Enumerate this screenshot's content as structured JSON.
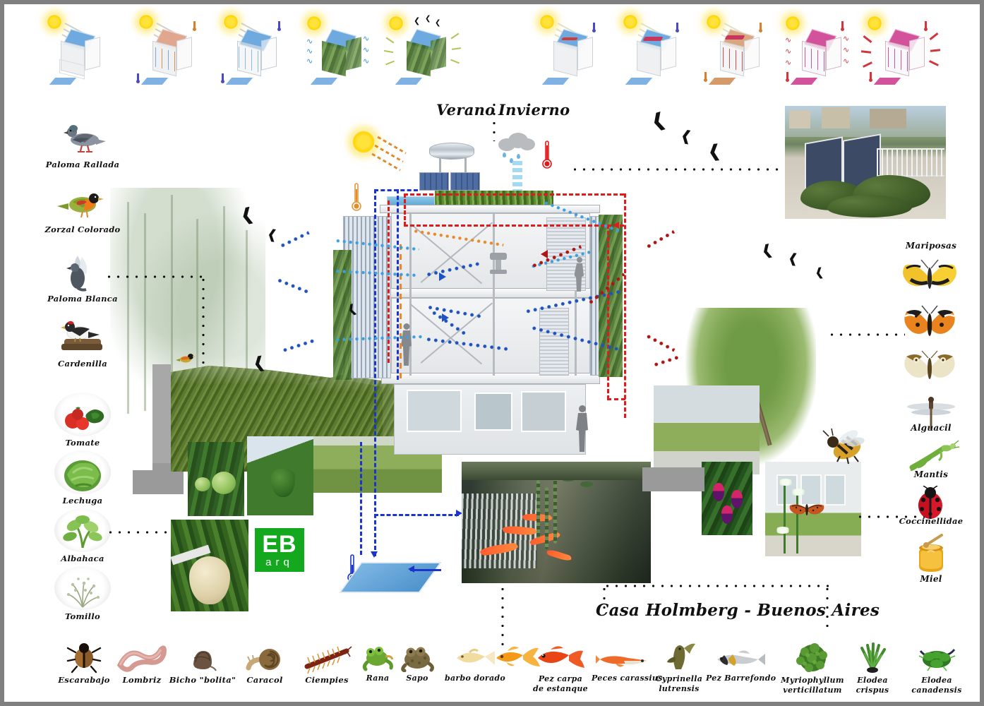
{
  "board": {
    "title_main": "Casa Holmberg  -  Buenos Aires",
    "season_summer": "Verano",
    "season_winter": "Invierno",
    "logo": {
      "line1": "EB",
      "line2": "arq",
      "color": "#14a81e"
    }
  },
  "colors": {
    "frame": "#808080",
    "background": "#ffffff",
    "summer_flow": "#1a35c8",
    "winter_flow": "#e01b1b",
    "cool_air": "#3aa0e0",
    "warm_air": "#e8892a",
    "logo_green": "#14a81e",
    "sun_yellow": "#ffd400",
    "water_blue": "#5fa8d4"
  },
  "left_column": {
    "birds": [
      {
        "name": "Paloma Rallada",
        "icon": "pigeon-icon"
      },
      {
        "name": "Zorzal Colorado",
        "icon": "thrush-icon"
      },
      {
        "name": "Paloma Blanca",
        "icon": "white-dove-icon"
      },
      {
        "name": "Cardenilla",
        "icon": "cardinal-icon"
      }
    ],
    "edibles": [
      {
        "name": "Tomate",
        "icon": "tomato-icon"
      },
      {
        "name": "Lechuga",
        "icon": "lettuce-icon"
      },
      {
        "name": "Albahaca",
        "icon": "basil-icon"
      },
      {
        "name": "Tomillo",
        "icon": "thyme-icon"
      }
    ]
  },
  "right_column": {
    "heading": "Mariposas",
    "items": [
      {
        "name": "",
        "icon": "yellow-butterfly-icon"
      },
      {
        "name": "",
        "icon": "orange-butterfly-icon"
      },
      {
        "name": "",
        "icon": "cream-butterfly-icon"
      },
      {
        "name": "Alguacil",
        "icon": "dragonfly-icon"
      },
      {
        "name": "Mantis",
        "icon": "praying-mantis-icon"
      },
      {
        "name": "Coccinellidae",
        "icon": "ladybug-icon"
      },
      {
        "name": "Miel",
        "icon": "honey-jar-icon"
      }
    ]
  },
  "bottom_row": {
    "soil_fauna": [
      {
        "name": "Escarabajo",
        "icon": "beetle-icon"
      },
      {
        "name": "Lombriz",
        "icon": "earthworm-icon"
      },
      {
        "name": "Bicho \"bolita\"",
        "icon": "pillbug-icon"
      },
      {
        "name": "Caracol",
        "icon": "snail-icon"
      },
      {
        "name": "Ciempies",
        "icon": "centipede-icon"
      }
    ],
    "aquatic_fauna": [
      {
        "name": "Rana",
        "icon": "frog-icon"
      },
      {
        "name": "Sapo",
        "icon": "toad-icon"
      },
      {
        "name": "barbo dorado",
        "icon": "golden-barb-icon"
      },
      {
        "name": "",
        "icon": "goldfish-icon"
      },
      {
        "name": "Pez carpa\nde estanque",
        "icon": "pond-carp-icon"
      },
      {
        "name": "Peces carassius",
        "icon": "carassius-icon"
      },
      {
        "name": "Cyprinella\nlutrensis",
        "icon": "cyprinella-icon"
      },
      {
        "name": "Pez Barrefondo",
        "icon": "bottom-feeder-fish-icon"
      }
    ],
    "aquatic_plants": [
      {
        "name": "Myriophyllum\nverticillatum",
        "icon": "myriophyllum-icon"
      },
      {
        "name": "Elodea\ncrispus",
        "icon": "elodea-crispus-icon"
      },
      {
        "name": "Elodea\ncanadensis",
        "icon": "elodea-canadensis-icon"
      }
    ]
  },
  "top_diagrams": {
    "summer_group_label": "Verano",
    "winter_group_label": "Invierno",
    "cubes": [
      {
        "id": "s1",
        "roof": "blue",
        "mode": "summer",
        "note": "sun-on-bare-volume"
      },
      {
        "id": "s2",
        "roof": "warm",
        "mode": "summer",
        "note": "heat-gain-downflow"
      },
      {
        "id": "s3",
        "roof": "blue",
        "mode": "summer",
        "note": "ventilated-skin"
      },
      {
        "id": "s4",
        "roof": "blue",
        "mode": "summer",
        "note": "green-skin-cooling"
      },
      {
        "id": "s5",
        "roof": "blue",
        "mode": "summer",
        "note": "green-skin-biodiversity"
      },
      {
        "id": "w1",
        "roof": "blue",
        "mode": "winter",
        "note": "solar-collector"
      },
      {
        "id": "w2",
        "roof": "blue",
        "mode": "winter",
        "note": "thermal-storage"
      },
      {
        "id": "w3",
        "roof": "blue-warm",
        "mode": "winter",
        "note": "heat-distribution"
      },
      {
        "id": "w4",
        "roof": "magenta",
        "mode": "winter",
        "note": "radiant-floor"
      },
      {
        "id": "w5",
        "roof": "magenta",
        "mode": "winter",
        "note": "full-heating"
      }
    ]
  },
  "photos": [
    {
      "id": "solar-collectors-roof",
      "caption": ""
    },
    {
      "id": "ivy-hedge-wall",
      "caption": ""
    },
    {
      "id": "lawn-garden",
      "caption": ""
    },
    {
      "id": "tomato-crop",
      "caption": ""
    },
    {
      "id": "pepper-crop",
      "caption": ""
    },
    {
      "id": "squash-crop",
      "caption": ""
    },
    {
      "id": "fish-pond",
      "caption": ""
    },
    {
      "id": "fuchsia-flowers",
      "caption": ""
    },
    {
      "id": "butterfly-on-house",
      "caption": ""
    },
    {
      "id": "street-tree",
      "caption": ""
    }
  ],
  "section_elements": {
    "water_tank": "rooftop-water-tank",
    "pv_panels": "rooftop-solar-panels",
    "green_roof": "green-roof",
    "roof_pool": "roof-water-basin",
    "rain": "rain-cloud",
    "sun": "sun",
    "thermometer_warm": "thermometer-warm",
    "thermometer_cold": "thermometer-cold",
    "occupants": [
      "person-upper-floor",
      "person-mid-floor",
      "person-ground-floor"
    ]
  }
}
